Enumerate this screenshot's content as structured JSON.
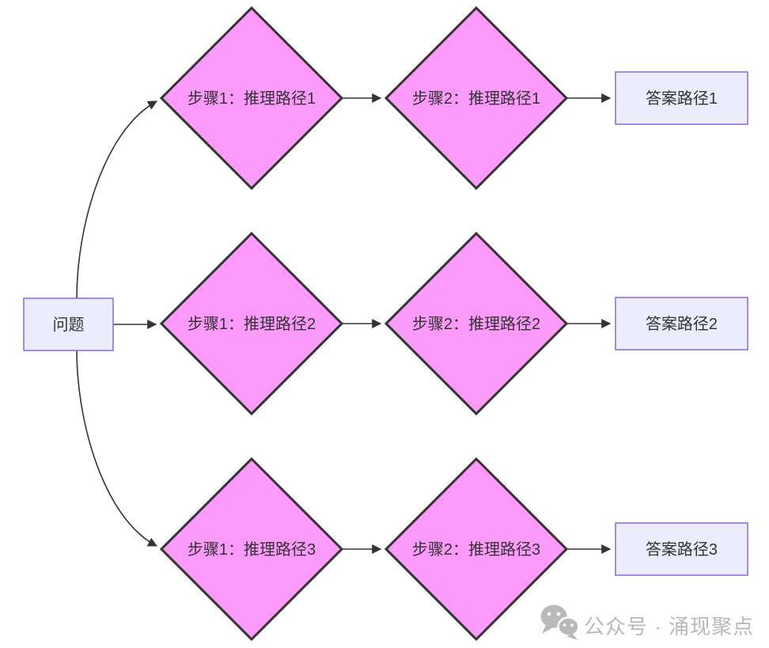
{
  "diagram": {
    "type": "flowchart-self-consistency",
    "question": {
      "label": "问题"
    },
    "rows": [
      {
        "step1": "步骤1：推理路径1",
        "step2": "步骤2：推理路径1",
        "answer": "答案路径1"
      },
      {
        "step1": "步骤1：推理路径2",
        "step2": "步骤2：推理路径2",
        "answer": "答案路径2"
      },
      {
        "step1": "步骤1：推理路径3",
        "step2": "步骤2：推理路径3",
        "answer": "答案路径3"
      }
    ],
    "colors": {
      "diamond_fill": "#FC9AFC",
      "diamond_stroke": "#333333",
      "box_fill": "#ECECFF",
      "box_stroke": "#9370DB",
      "edge": "#333333",
      "text": "#333333",
      "background": "#FFFFFF"
    }
  },
  "watermark": {
    "label": "公众号 · 涌现聚点",
    "icon": "wechat-icon",
    "color": "#B9B9B9"
  }
}
